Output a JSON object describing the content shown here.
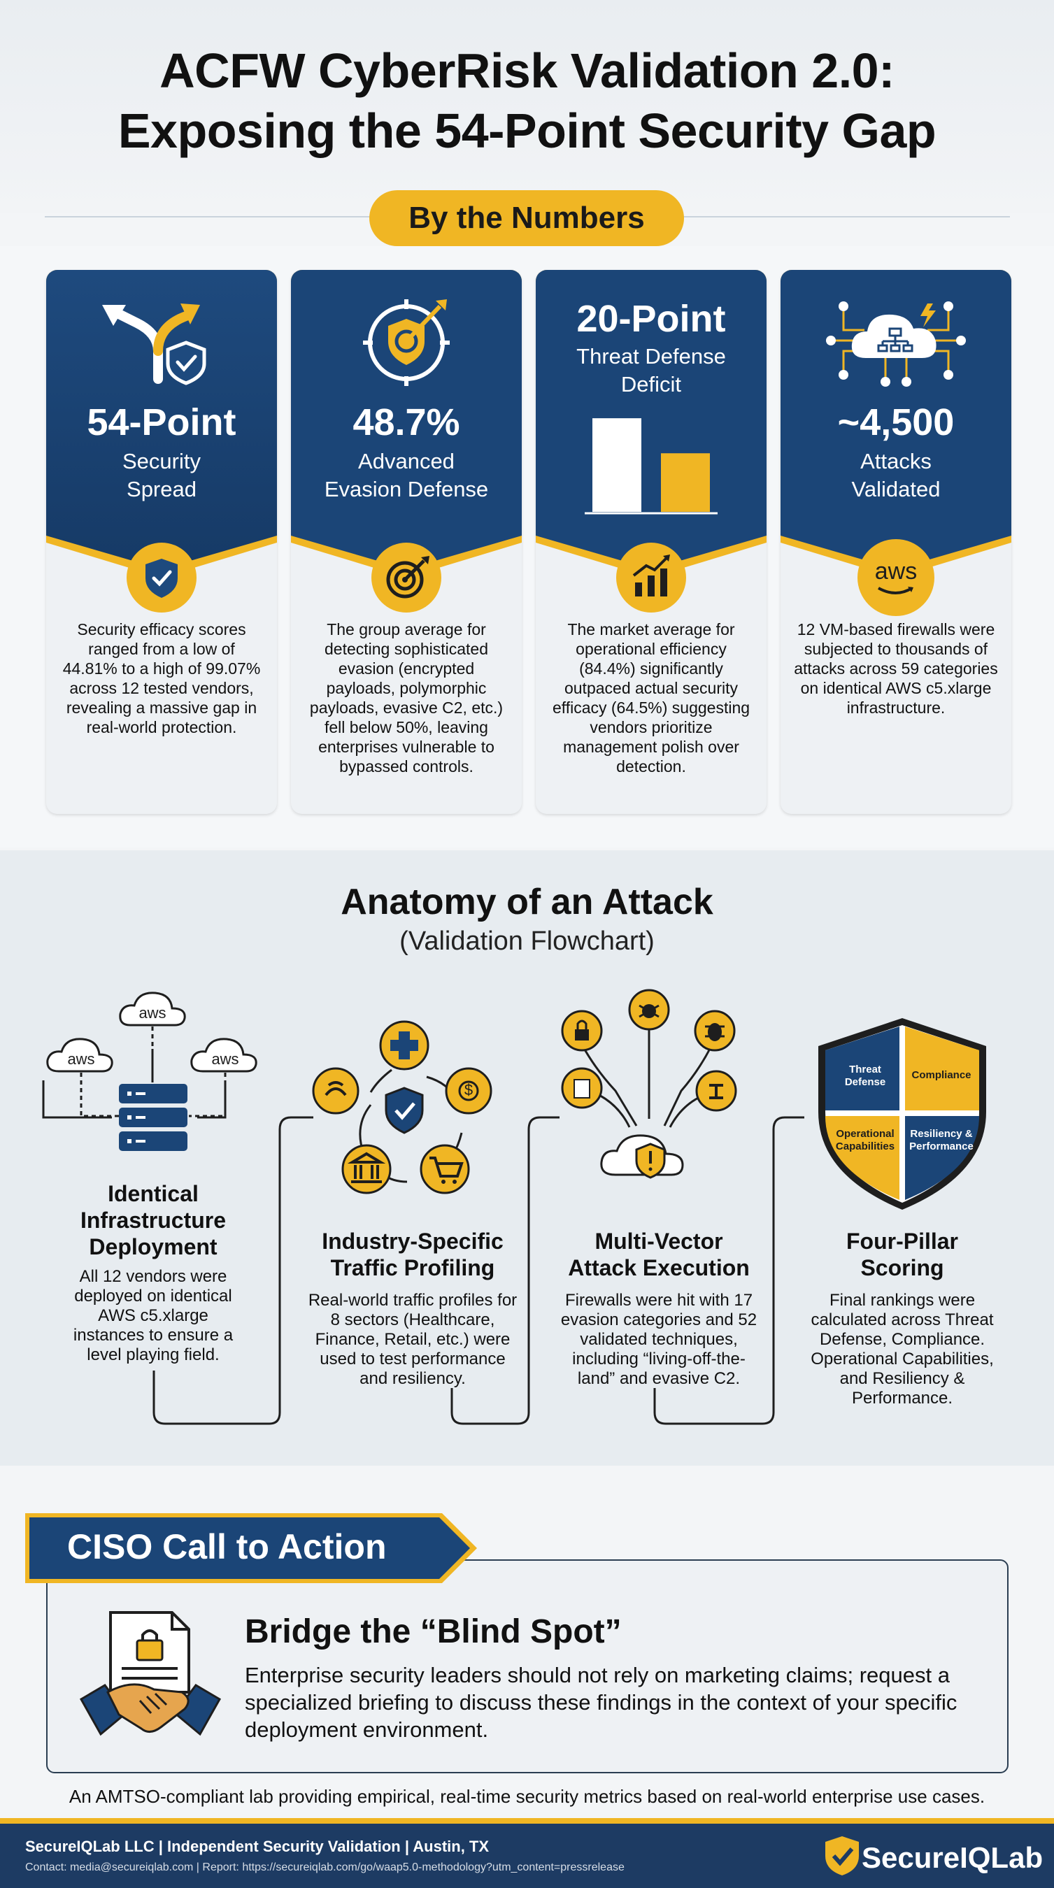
{
  "title": {
    "line1": "ACFW CyberRisk Validation 2.0:",
    "line2": "Exposing the 54-Point Security Gap"
  },
  "section_pill": "By the Numbers",
  "cards": [
    {
      "stat": "54-Point",
      "label1": "Security",
      "label2": "Spread",
      "icon": "diverging-arrows-shield-icon",
      "badge_icon": "shield-check-icon",
      "body": "Security efficacy scores ranged from a low of 44.81% to a high of 99.07% across 12 tested vendors, revealing a massive gap in real-world protection."
    },
    {
      "stat": "48.7%",
      "label1": "Advanced",
      "label2": "Evasion Defense",
      "icon": "target-shield-icon",
      "badge_icon": "target-arrow-icon",
      "body": "The group average for detecting sophisticated evasion (encrypted payloads, polymorphic payloads, evasive C2, etc.) fell below 50%, leaving enterprises vulnerable to bypassed controls."
    },
    {
      "stat": "20-Point",
      "label1": "Threat Defense",
      "label2": "Deficit",
      "icon": "bar-chart-icon",
      "badge_icon": "growth-chart-icon",
      "bars": [
        84.4,
        64.5
      ],
      "body": "The market average for operational efficiency (84.4%) significantly outpaced actual security efficacy (64.5%) suggesting vendors prioritize management polish over detection."
    },
    {
      "stat": "~4,500",
      "label1": "Attacks",
      "label2": "Validated",
      "icon": "cloud-network-icon",
      "badge_text": "aws",
      "body": "12 VM-based firewalls were subjected to thousands of attacks across 59 categories on identical AWS c5.xlarge infrastructure."
    }
  ],
  "flow": {
    "title": "Anatomy of an Attack",
    "subtitle": "(Validation Flowchart)",
    "cloud_label": "aws",
    "steps": [
      {
        "title1": "Identical",
        "title2": "Infrastructure",
        "title3": "Deployment",
        "body": "All 12 vendors were deployed on identical AWS c5.xlarge instances to ensure a level playing field."
      },
      {
        "title1": "Industry-Specific",
        "title2": "Traffic Profiling",
        "body": "Real-world traffic profiles for 8 sectors (Healthcare, Finance, Retail, etc.) were used to test performance and resiliency."
      },
      {
        "title1": "Multi-Vector",
        "title2": "Attack Execution",
        "body": "Firewalls were hit with 17 evasion categories and 52 validated techniques, including “living-off-the-land” and evasive C2."
      },
      {
        "title1": "Four-Pillar",
        "title2": "Scoring",
        "body": "Final rankings were calculated across Threat Defense, Compliance. Operational Capabilities, and Resiliency & Performance."
      }
    ],
    "pillars": {
      "tl1": "Threat",
      "tl2": "Defense",
      "tr": "Compliance",
      "bl1": "Operational",
      "bl2": "Capabilities",
      "br1": "Resiliency &",
      "br2": "Performance"
    }
  },
  "ciso": {
    "banner": "CISO Call to Action",
    "heading": "Bridge the “Blind Spot”",
    "text": "Enterprise security leaders should not rely on marketing claims; request a specialized briefing to discuss these findings in the context of your specific deployment environment."
  },
  "about": "An AMTSO-compliant lab providing empirical, real-time security metrics based on real-world enterprise use cases.",
  "footer": {
    "line1": "SecureIQLab LLC  |  Independent Security Validation | Austin, TX",
    "line2": "Contact: media@secureiqlab.com | Report: https://secureiqlab.com/go/waap5.0-methodology?utm_content=pressrelease",
    "brand": "SecureIQLab"
  },
  "colors": {
    "navy": "#1d3b63",
    "gold": "#f0b624",
    "background": "#f3f5f7"
  }
}
